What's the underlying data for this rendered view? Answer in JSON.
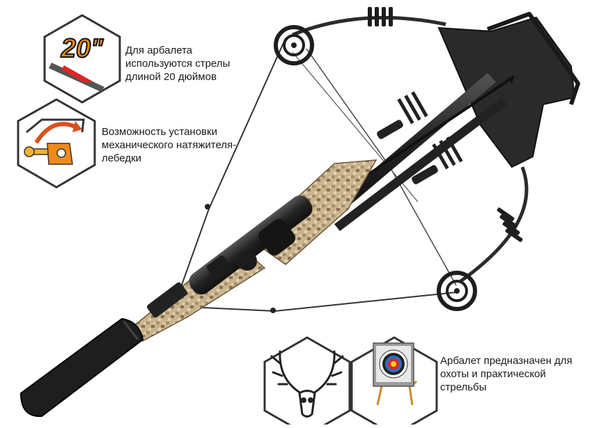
{
  "features": [
    {
      "icon": "arrow-length-icon",
      "badge": "20\"",
      "text": "Для арбалета используются стрелы длиной 20 дюймов"
    },
    {
      "icon": "crank-winch-icon",
      "text": "Возможность установки механического натяжителя-лебедки"
    },
    {
      "icons": [
        "deer-skull-icon",
        "archery-target-icon"
      ],
      "text": "Арбалет предназначен для охоты и практической стрельбы"
    }
  ],
  "colors": {
    "accent": "#f08a1a",
    "hex_border": "#333333",
    "camo_light": "#c9b48f",
    "camo_dark": "#8a7050",
    "metal": "#2b2b2b"
  }
}
